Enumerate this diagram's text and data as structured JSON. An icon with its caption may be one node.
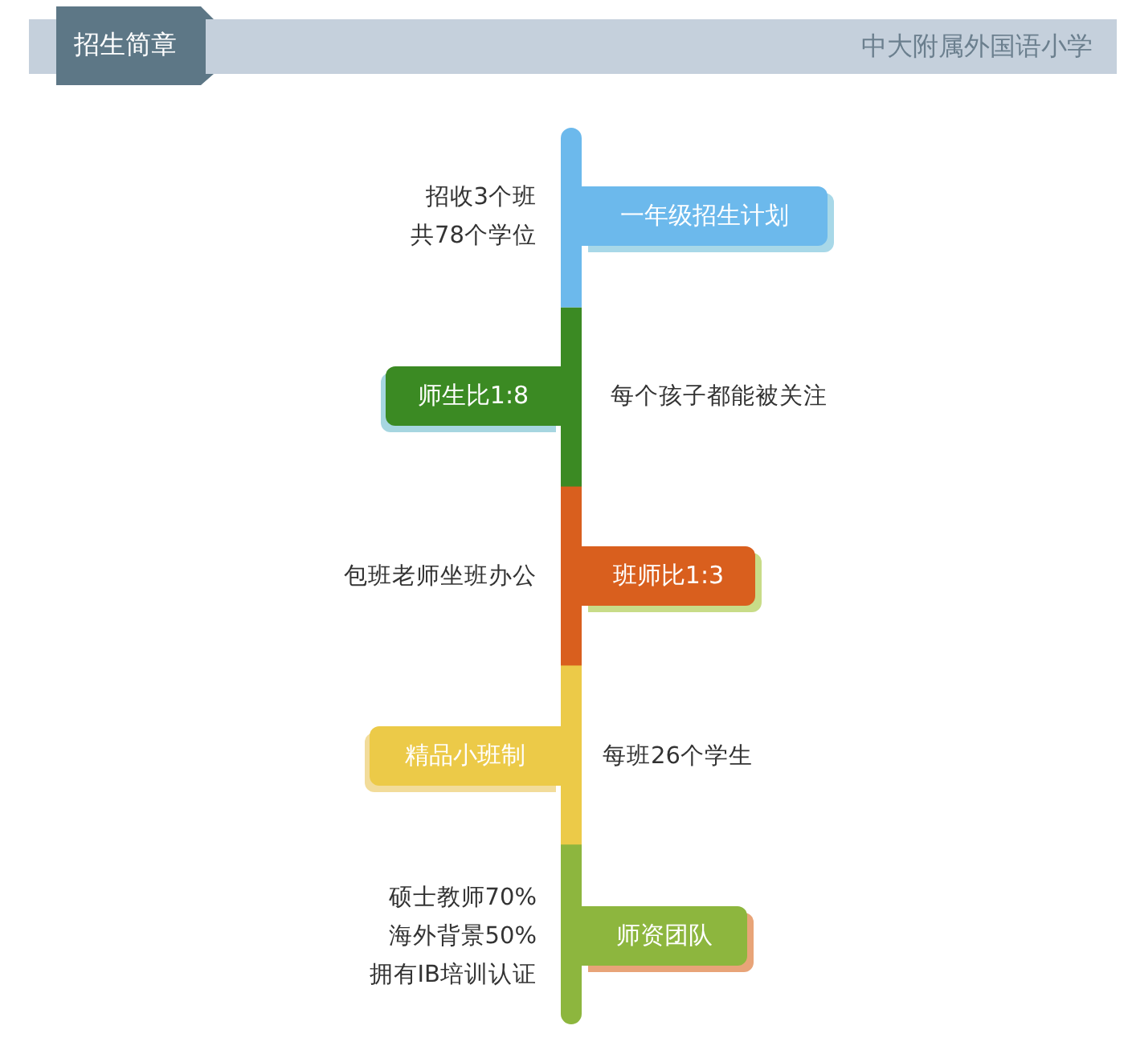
{
  "diagram": {
    "title": "招生简章",
    "nodes": [
      {
        "text": [
          "一年级招生计划"
        ],
        "beside": [
          "招收3个班",
          "共78个学位"
        ]
      },
      {
        "text": [
          "师生比1:8"
        ],
        "beside": [
          "每个孩子都能被关注"
        ]
      },
      {
        "text": [
          "班师比1:3"
        ],
        "beside": [
          "包班老师坐班办公"
        ]
      },
      {
        "text": [
          "精品小班制"
        ],
        "beside": [
          "每班26个学生"
        ]
      },
      {
        "text": [
          "师资团队"
        ],
        "beside": [
          "硕士教师70%",
          "海外背景50%",
          "拥有IB培训认证"
        ]
      }
    ],
    "labels": [
      "中大附属外国语小学"
    ]
  }
}
